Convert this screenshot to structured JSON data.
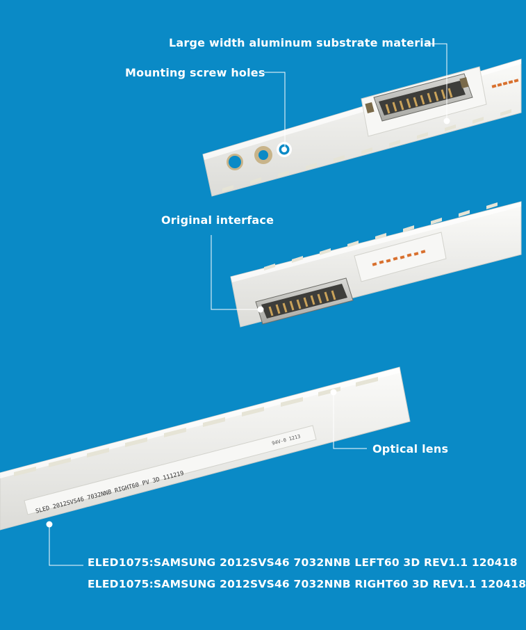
{
  "callouts": {
    "substrate": "Large width aluminum substrate material",
    "screw_holes": "Mounting screw holes",
    "interface": "Original interface",
    "optical_lens": "Optical lens"
  },
  "part_numbers": [
    "ELED1075:SAMSUNG 2012SVS46 7032NNB LEFT60 3D REV1.1 120418",
    "ELED1075:SAMSUNG 2012SVS46 7032NNB RIGHT60 3D REV1.1 120418"
  ],
  "strip_markings": {
    "main": "SLED 2012SVS46 7032NNB RIGHT60 PV 3D 111219",
    "small": "94V-0 1213"
  },
  "colors": {
    "background": "#0a8ac6",
    "strip": "#f2f2ef",
    "leader_line": "#ffffff"
  }
}
